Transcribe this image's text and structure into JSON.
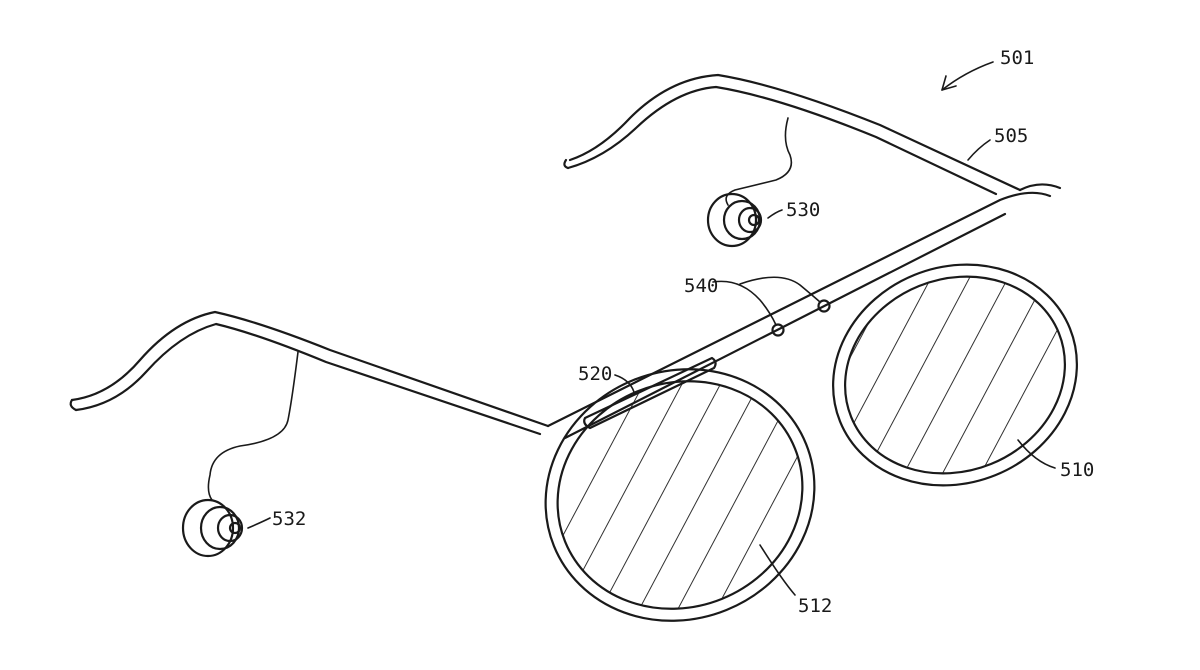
{
  "labels": {
    "l501": "501",
    "l505": "505",
    "l530": "530",
    "l540": "540",
    "l520": "520",
    "l510": "510",
    "l532": "532",
    "l512": "512"
  }
}
